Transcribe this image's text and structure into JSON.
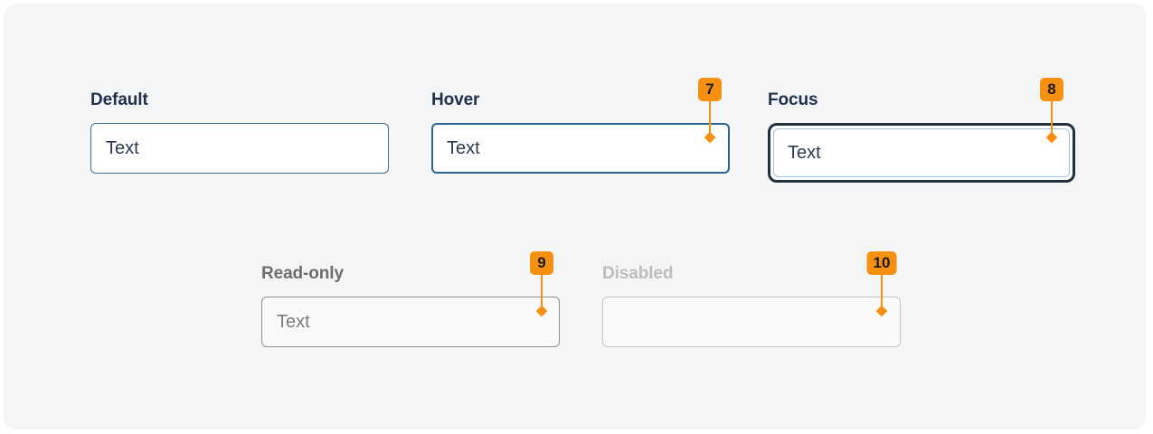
{
  "panel": {
    "background_color": "#f4f5f7",
    "page_background_color": "#ffffff"
  },
  "colors": {
    "label_dark": "#21314d",
    "label_gray": "#6d6d6d",
    "label_light_gray": "#bdbdbd",
    "border_default": "#3d6e96",
    "border_hover": "#2c6395",
    "focus_ring": "#22303f",
    "focus_inner_border": "#9fc3e0",
    "border_readonly": "#8e8e8e",
    "border_disabled": "#c4c4c4",
    "value_text": "#2b3a4f",
    "value_text_readonly": "#7b7b7b",
    "annotation_orange": "#f59010",
    "annotation_number": "#1b1b1b"
  },
  "fields": [
    {
      "id": "default",
      "label": "Default",
      "value": "Text",
      "annotation": null
    },
    {
      "id": "hover",
      "label": "Hover",
      "value": "Text",
      "annotation": "7"
    },
    {
      "id": "focus",
      "label": "Focus",
      "value": "Text",
      "annotation": "8"
    },
    {
      "id": "readonly",
      "label": "Read-only",
      "value": "Text",
      "annotation": "9"
    },
    {
      "id": "disabled",
      "label": "Disabled",
      "value": "",
      "annotation": "10"
    }
  ]
}
